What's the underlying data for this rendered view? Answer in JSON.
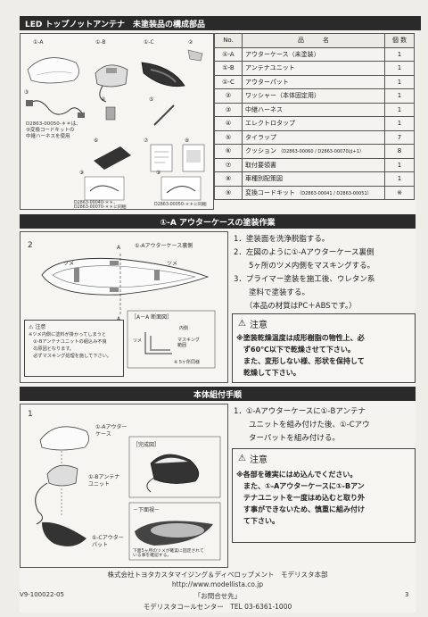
{
  "section1": {
    "title": "LED トップノットアンテナ　未塗装品の構成部品",
    "diagram_labels": {
      "la": "①-A",
      "lb": "①-B",
      "lc": "①-C",
      "l2": "②",
      "l3": "③",
      "l4": "④",
      "l5": "⑤",
      "l6": "⑥",
      "l7": "⑦",
      "l8": "⑧",
      "l9a": "⑨",
      "l9b": "⑨",
      "note_cushion": "D2863-00050-＊＊は、\n⑨変換コードキットの\n中継ハーネスを使用",
      "note_kit_a": "D2863-00040-＊＊、\nD2863-00070-＊＊に同梱",
      "note_kit_b": "D2863-00050-＊＊に同梱"
    },
    "table": {
      "headers": [
        "No.",
        "品　　　名",
        "個 数"
      ],
      "rows": [
        [
          "①-A",
          "アウターケース（未塗装）",
          "1"
        ],
        [
          "①-B",
          "アンテナユニット",
          "1"
        ],
        [
          "①-C",
          "アウターパット",
          "1"
        ],
        [
          "②",
          "ワッシャー（本体固定用）",
          "1"
        ],
        [
          "③",
          "中継ハーネス",
          "1"
        ],
        [
          "④",
          "エレクトロタップ",
          "1"
        ],
        [
          "⑤",
          "タイラップ",
          "7"
        ],
        [
          "⑥",
          "クッション",
          "8"
        ],
        [
          "⑦",
          "取付要領書",
          "1"
        ],
        [
          "⑧",
          "車種別配策図",
          "1"
        ],
        [
          "⑨",
          "変換コードキット",
          "※"
        ]
      ],
      "cushion_note": "（D2863-00060 / D2863-00070は+1）",
      "kit_note": "（D2863-00041 / D2863-00051）"
    }
  },
  "section2": {
    "title": "①-A アウターケースの塗装作業",
    "step_no": "2",
    "labels": {
      "case_back": "①-Aアウターケース裏側",
      "a1": "A",
      "a2": "A",
      "tsume1": "ツメ",
      "tsume2": "ツメ",
      "section_title": "［A－A 断面図］",
      "inner": "内側",
      "tsume3": "ツメ",
      "masking": "マスキング\n範囲",
      "count": "※ 5ヶ所同様"
    },
    "caution_label": "注意",
    "caution_text": "※ツメ内側に塗料が掛かってしまうと\n　①-Bアンテナユニットの組込み不良\n　の原因となります。\n　必ずマスキング処理を施して下さい。",
    "steps": [
      "1．塗装面を洗浄脱脂する。",
      "2．左図のように①-Aアウターケース裏側",
      "　　5ヶ所のツメ内側をマスキングする。",
      "3．プライマー塗装を施工後、ウレタン系",
      "　　塗料で塗装する。",
      "　　（本品の材質はPC＋ABSです。）"
    ],
    "warning_label": "注意",
    "warning_text": [
      "※塗装乾燥温度は成形樹脂の物性上、必",
      "　ず60℃以下で乾燥させて下さい。",
      "　また、変形しない様、形状を保持して",
      "　乾燥して下さい。"
    ]
  },
  "section3": {
    "title": "本体組付手順",
    "step_no": "1",
    "labels": {
      "outer": "①-Aアウター\nケース",
      "unit": "①-Bアンテナ\nユニット",
      "pad": "①-Cアウター\nパット",
      "done": "［完成図］",
      "bottom": "－下面視－",
      "bottom_note": "下面5ヶ所のツメが確実に固定されて\nいる事を確認する。"
    },
    "steps": [
      "1．①-Aアウターケースに①-Bアンテナ",
      "　　ユニットを組み付けた後、①-Cアウ",
      "　　ターパットを組み付ける。"
    ],
    "warning_label": "注意",
    "warning_text": [
      "※各部を確実にはめ込んでください。",
      "　また、①-Aアウターケースに①-Bアン",
      "　テナユニットを一度はめ込むと取り外",
      "　す事ができないため、慎重に組み付け",
      "　て下さい。"
    ]
  },
  "footer": {
    "company": "株式会社トヨタカスタマイジング＆ディベロップメント　モデリスタ本部",
    "url": "http://www.modellista.co.jp",
    "contact_label": "「お問合せ先」",
    "contact": "モデリスタコールセンター　TEL 03-6361-1000",
    "doc_id": "V9-100022-05",
    "page": "3"
  }
}
